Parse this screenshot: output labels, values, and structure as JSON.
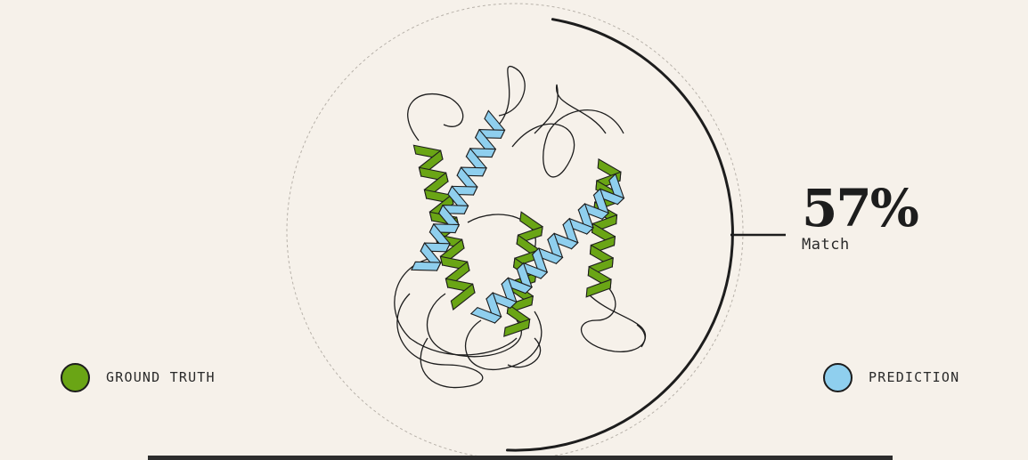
{
  "metric": {
    "value": "57%",
    "label": "Match"
  },
  "legend": [
    {
      "label": "GROUND TRUTH",
      "color": "#6aa515"
    },
    {
      "label": "PREDICTION",
      "color": "#8fcfee"
    }
  ],
  "colors": {
    "background": "#f6f1ea",
    "ground_truth": "#6aa515",
    "prediction": "#8fcfee",
    "ink": "#1d1d1d"
  },
  "match_fraction": 0.57
}
